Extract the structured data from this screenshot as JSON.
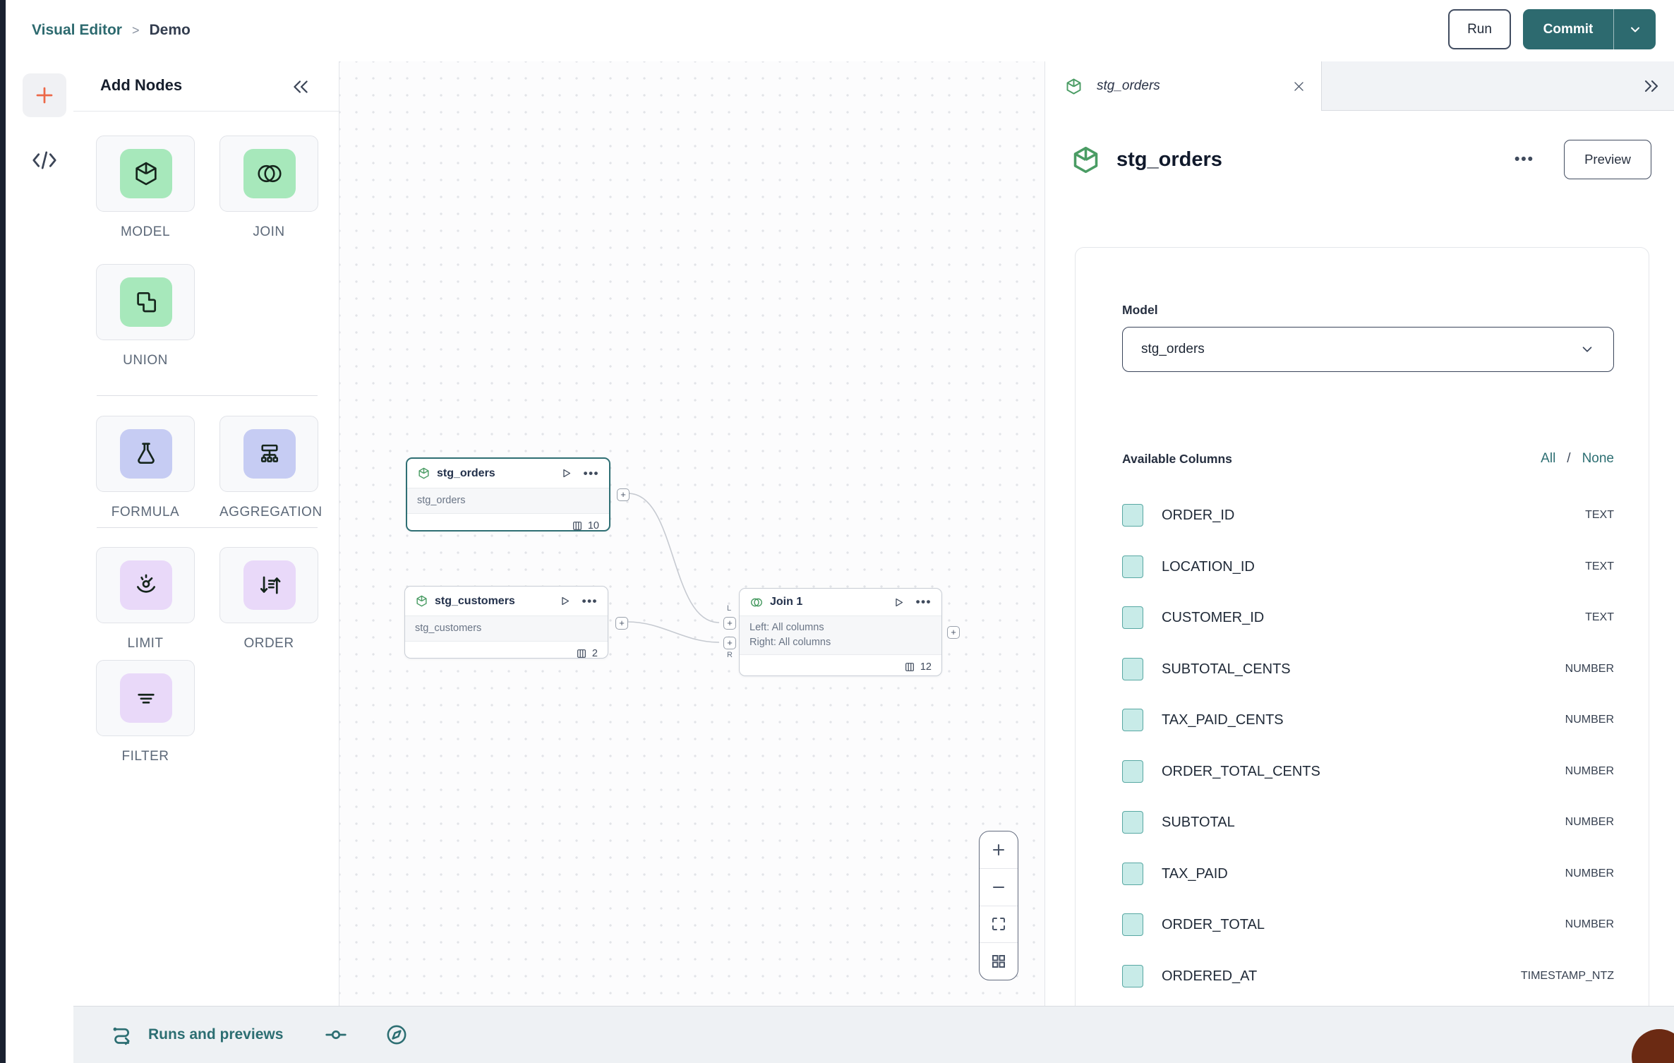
{
  "app": {
    "colors": {
      "teal": "#2d6a6f",
      "green_icon": "#4a9c64",
      "green_tile": "#a7e8bb",
      "periwinkle_tile": "#c6ccf3",
      "lavender_tile": "#e9d9f9",
      "checkbox_fill": "#c8ebe8",
      "checkbox_border": "#58a8a3",
      "orange_accent": "#ec6848",
      "selected_node_border": "#2f6f74"
    }
  },
  "header": {
    "breadcrumb": {
      "root": "Visual Editor",
      "separator": ">",
      "current": "Demo"
    },
    "run_label": "Run",
    "commit_label": "Commit"
  },
  "add_nodes": {
    "title": "Add Nodes",
    "groups": [
      {
        "items": [
          {
            "label": "MODEL",
            "icon": "cube-icon"
          },
          {
            "label": "JOIN",
            "icon": "join-circles-icon"
          },
          {
            "label": "UNION",
            "icon": "union-squares-icon"
          }
        ]
      },
      {
        "items": [
          {
            "label": "FORMULA",
            "icon": "flask-icon"
          },
          {
            "label": "AGGREGATION",
            "icon": "org-chart-icon"
          }
        ]
      },
      {
        "items": [
          {
            "label": "LIMIT",
            "icon": "gauge-icon"
          },
          {
            "label": "ORDER",
            "icon": "sort-arrows-icon"
          },
          {
            "label": "FILTER",
            "icon": "filter-lines-icon"
          }
        ]
      }
    ]
  },
  "canvas": {
    "nodes": [
      {
        "title": "stg_orders",
        "subtitle": "stg_orders",
        "columns_count": "10",
        "selected": true
      },
      {
        "title": "stg_customers",
        "subtitle": "stg_customers",
        "columns_count": "2",
        "selected": false
      },
      {
        "title": "Join 1",
        "left_line": "Left: All columns",
        "right_line": "Right: All columns",
        "columns_count": "12",
        "left_port_label": "L",
        "right_port_label": "R"
      }
    ],
    "port_plus": "+"
  },
  "right_panel": {
    "tab": {
      "title": "stg_orders"
    },
    "title": "stg_orders",
    "preview_label": "Preview",
    "model_label": "Model",
    "model_value": "stg_orders",
    "columns_section": {
      "title": "Available Columns",
      "select_all": "All",
      "separator": "/",
      "select_none": "None"
    },
    "columns": [
      {
        "name": "ORDER_ID",
        "type": "TEXT"
      },
      {
        "name": "LOCATION_ID",
        "type": "TEXT"
      },
      {
        "name": "CUSTOMER_ID",
        "type": "TEXT"
      },
      {
        "name": "SUBTOTAL_CENTS",
        "type": "NUMBER"
      },
      {
        "name": "TAX_PAID_CENTS",
        "type": "NUMBER"
      },
      {
        "name": "ORDER_TOTAL_CENTS",
        "type": "NUMBER"
      },
      {
        "name": "SUBTOTAL",
        "type": "NUMBER"
      },
      {
        "name": "TAX_PAID",
        "type": "NUMBER"
      },
      {
        "name": "ORDER_TOTAL",
        "type": "NUMBER"
      },
      {
        "name": "ORDERED_AT",
        "type": "TIMESTAMP_NTZ"
      }
    ]
  },
  "bottom_bar": {
    "runs_label": "Runs and previews"
  }
}
